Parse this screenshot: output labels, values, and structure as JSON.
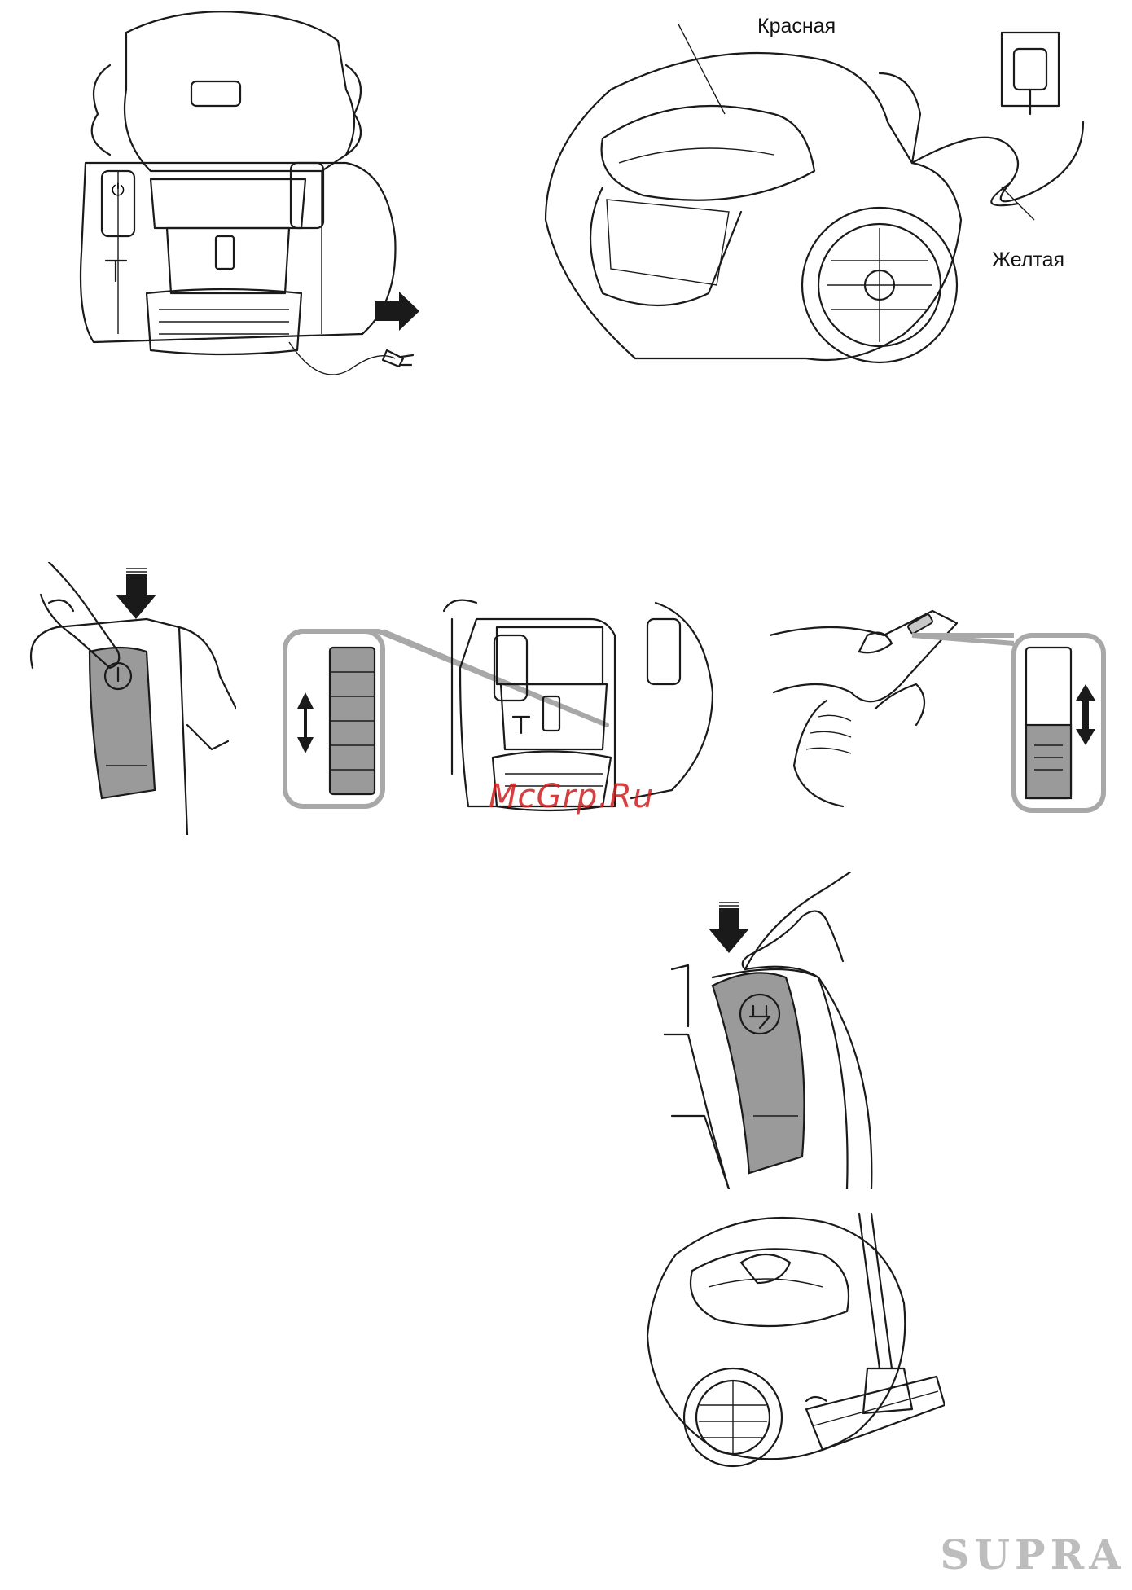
{
  "labels": {
    "red_wire": "Красная",
    "yellow_wire": "Желтая"
  },
  "watermark": "McGrp.Ru",
  "brand_logo": "SUPRA",
  "icons": {
    "power_button": "power-icon",
    "cord_rewind_button": "plug-icon",
    "direction_arrow": "arrow-down-icon",
    "double_arrow": "double-arrow-icon"
  },
  "colors": {
    "button_fill": "#9a9a9a",
    "callout_frame": "#a8a8a8",
    "watermark": "#cc1e1e",
    "logo": "#bdbdbd"
  }
}
